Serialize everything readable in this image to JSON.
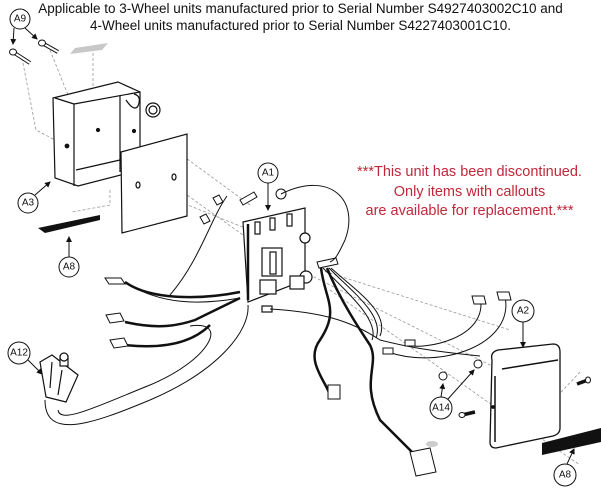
{
  "header": {
    "line1": "Applicable to 3-Wheel units manufactured prior to Serial Number S4927403002C10 and",
    "line2": "4-Wheel units manufactured prior to Serial Number S4227403001C10."
  },
  "notice": {
    "line1": "***This unit has been discontinued.",
    "line2": "Only items with callouts",
    "line3": "are available for replacement.***",
    "color": "#c0283a"
  },
  "callouts": {
    "a9": "A9",
    "a3": "A3",
    "a8_left": "A8",
    "a1": "A1",
    "a12": "A12",
    "a2": "A2",
    "a14": "A14",
    "a8_right": "A8"
  }
}
